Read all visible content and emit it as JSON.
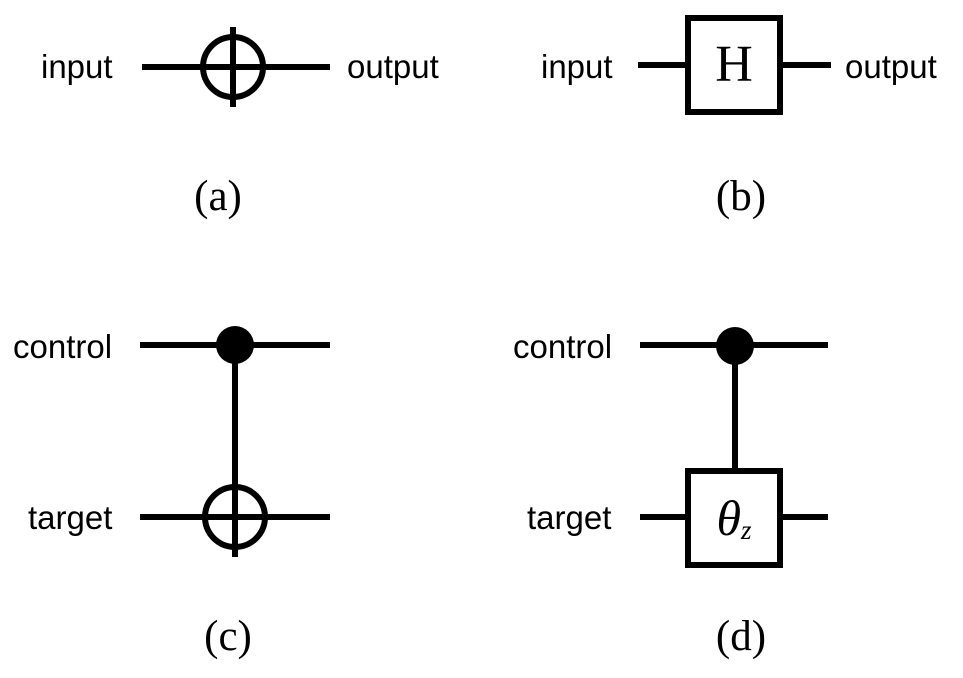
{
  "figure": {
    "background": "#ffffff",
    "ink_color": "#000000",
    "panels": [
      {
        "caption": "(a)",
        "left_label": "input",
        "right_label": "output",
        "gate": "not-gate-xor-symbol"
      },
      {
        "caption": "(b)",
        "left_label": "input",
        "right_label": "output",
        "gate": "hadamard-box",
        "gate_label": "H"
      },
      {
        "caption": "(c)",
        "top_label": "control",
        "bottom_label": "target",
        "gate": "cnot-control-dot-and-xor-target"
      },
      {
        "caption": "(d)",
        "top_label": "control",
        "bottom_label": "target",
        "gate": "controlled-rotation-box",
        "gate_symbol": "θ",
        "gate_subscript": "z"
      }
    ]
  }
}
